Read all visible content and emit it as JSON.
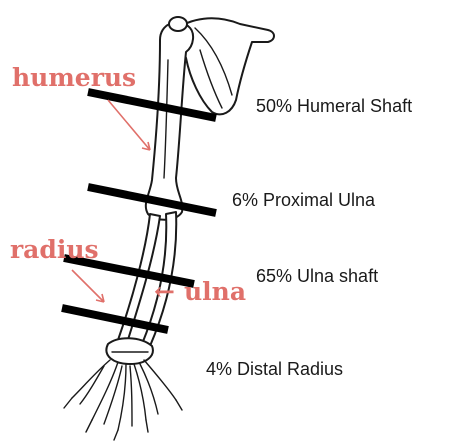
{
  "colors": {
    "bone_label": "#e0706a",
    "cut_line": "#000000",
    "text": "#1a1a1a"
  },
  "bone_labels": {
    "humerus": "humerus",
    "radius": "radius",
    "ulna": "ulna"
  },
  "ulna_arrow": "←",
  "fracture_sites": [
    {
      "label": "50% Humeral Shaft"
    },
    {
      "label": "6% Proximal Ulna"
    },
    {
      "label": "65% Ulna shaft"
    },
    {
      "label": "4% Distal Radius"
    }
  ]
}
